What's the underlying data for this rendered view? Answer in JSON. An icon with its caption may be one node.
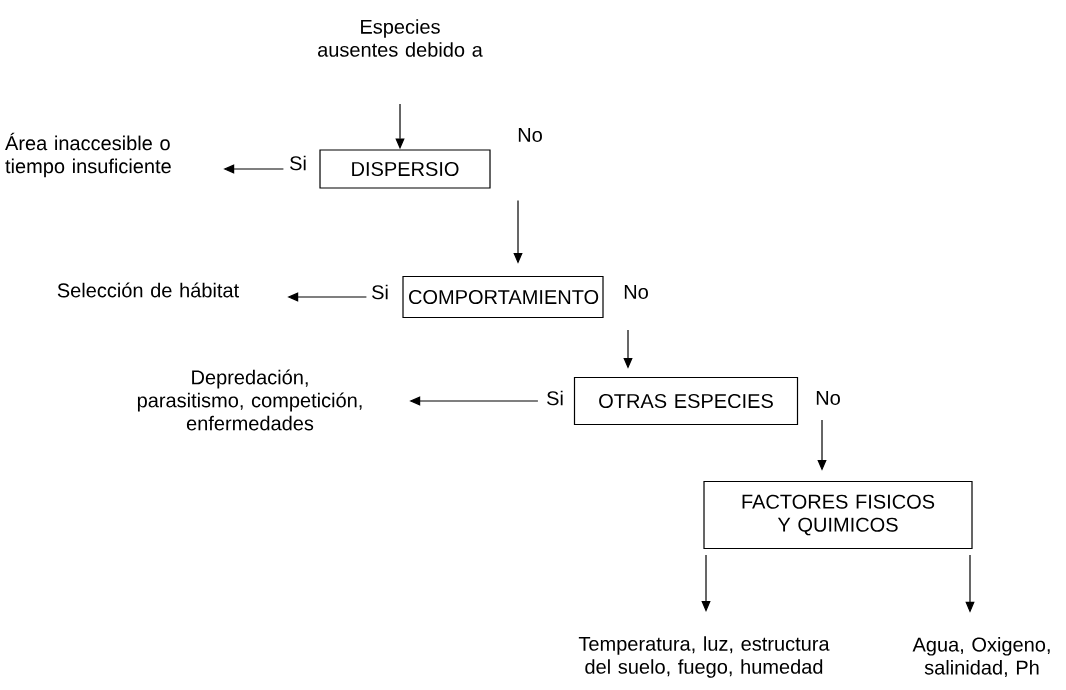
{
  "diagram": {
    "nodes": [
      {
        "text": [
          "Especies ausentes debido a"
        ]
      },
      {
        "text": [
          "DISPERSIO"
        ]
      },
      {
        "text": [
          "Área inaccesible o tiempo insuficiente"
        ]
      },
      {
        "text": [
          "COMPORTAMIENTO"
        ]
      },
      {
        "text": [
          "Selección de hábitat"
        ]
      },
      {
        "text": [
          "OTRAS ESPECIES"
        ]
      },
      {
        "text": [
          "Depredación, parasitismo, competición, enfermedades"
        ]
      },
      {
        "text": [
          "FACTORES FISICOS Y QUIMICOS"
        ]
      },
      {
        "text": [
          "Temperatura, luz, estructura del suelo, fuego, humedad"
        ]
      },
      {
        "text": [
          "Agua, Oxigeno, salinidad, Ph"
        ]
      }
    ],
    "edges": [
      {
        "from": 0,
        "to": 1,
        "arrow": "to"
      },
      {
        "from": 1,
        "to": 2,
        "arrow": "to",
        "label": "Si"
      },
      {
        "from": 1,
        "to": 3,
        "arrow": "to",
        "label": "No"
      },
      {
        "from": 3,
        "to": 4,
        "arrow": "to",
        "label": "Si"
      },
      {
        "from": 3,
        "to": 5,
        "arrow": "to",
        "label": "No"
      },
      {
        "from": 5,
        "to": 6,
        "arrow": "to",
        "label": "Si"
      },
      {
        "from": 5,
        "to": 7,
        "arrow": "to",
        "label": "No"
      },
      {
        "from": 7,
        "to": 8,
        "arrow": "to"
      },
      {
        "from": 7,
        "to": 9,
        "arrow": "to"
      }
    ]
  }
}
